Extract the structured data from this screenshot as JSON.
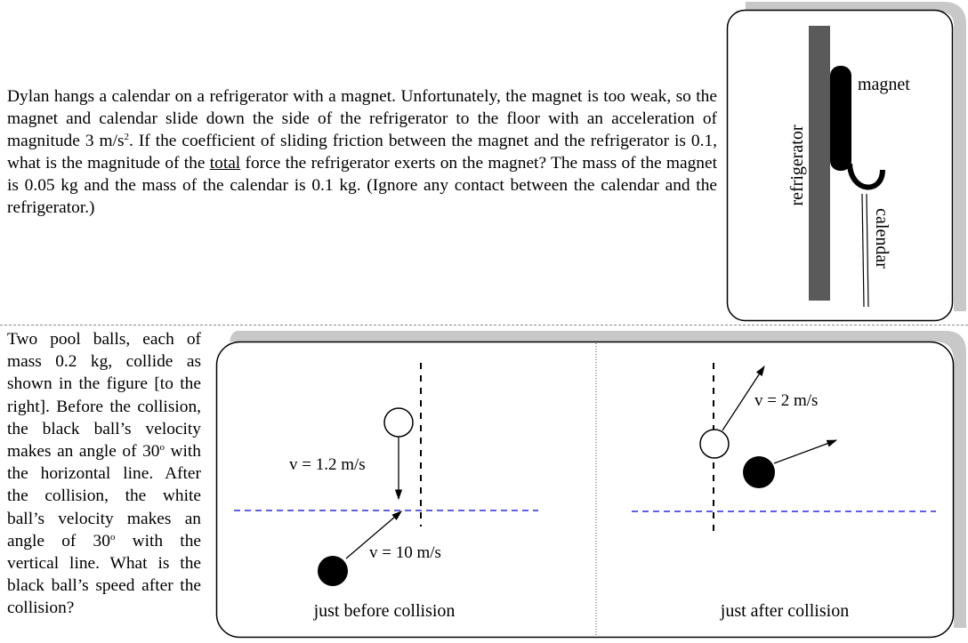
{
  "problem1": {
    "text_before_exp": "Dylan hangs a calendar on a refrigerator with a magnet. Unfortunately, the magnet is too weak, so the magnet and calendar slide down the side of the refrigerator to the floor with an acceleration of magnitude 3 m/s",
    "exponent": "2",
    "text_after_exp": ". If the coefficient of sliding friction between the magnet and the refrigerator is 0.1, what is the magnitude of the ",
    "underlined": "total",
    "text_end": " force the refrigerator exerts on the magnet? The mass of the magnet is 0.05 kg and the mass of the calendar is 0.1 kg. (Ignore any contact between the calendar and the refrigerator.)"
  },
  "figure1": {
    "label_magnet": "magnet",
    "label_refrigerator": "refrigerator",
    "label_calendar": "calendar"
  },
  "problem2": {
    "part1": "Two pool balls, each of mass 0.2 kg, collide as shown in the figure [to the right]. Before the collision, the black ball’s velocity makes an angle of 30",
    "deg1": "o",
    "part2": " with the horizontal line. After the collision, the white ball’s velocity makes an angle of 30",
    "deg2": "o",
    "part3": " with the vertical line. What is the black ball’s speed after the collision?"
  },
  "figure2": {
    "before": {
      "white_velocity": "v  = 1.2 m/s",
      "black_velocity": "v  = 10 m/s",
      "caption": "just before collision"
    },
    "after": {
      "white_velocity": "v  = 2 m/s",
      "caption": "just after collision"
    },
    "colors": {
      "dashed_line": "#2a2adf",
      "ball_black": "#000000",
      "ball_white": "#ffffff",
      "frame_shadow": "#c8c8c8"
    }
  }
}
